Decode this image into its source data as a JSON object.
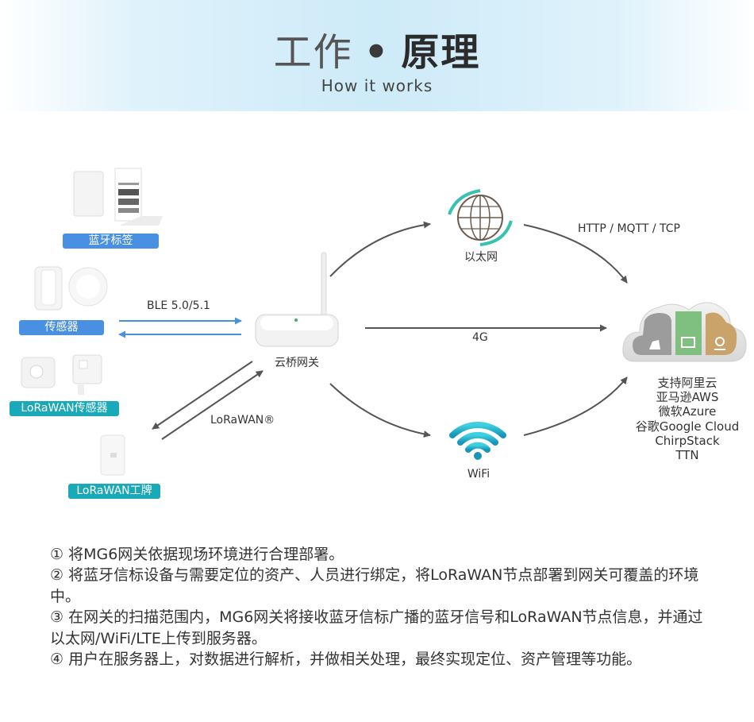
{
  "header": {
    "title_light": "工作",
    "title_dot": "•",
    "title_bold": "原理",
    "subtitle": "How it works"
  },
  "devices": {
    "ble_tag": "蓝牙标签",
    "sensor": "传感器",
    "lorawan_sensor": "LoRaWAN传感器",
    "lorawan_badge": "LoRaWAN工牌"
  },
  "links": {
    "ble": "BLE 5.0/5.1",
    "lorawan": "LoRaWAN®",
    "protocols": "HTTP / MQTT / TCP",
    "cellular": "4G"
  },
  "nodes": {
    "gateway": "云桥网关",
    "ethernet": "以太网",
    "wifi": "WiFi"
  },
  "cloud": {
    "lines": [
      "支持阿里云",
      "亚马逊AWS",
      "微软Azure",
      "谷歌Google Cloud",
      "ChirpStack",
      "TTN"
    ]
  },
  "steps": [
    "① 将MG6网关依据现场环境进行合理部署。",
    "② 将蓝牙信标设备与需要定位的资产、人员进行绑定，将LoRaWAN节点部署到网关可覆盖的环境中。",
    "③ 在网关的扫描范围内，MG6网关将接收蓝牙信标广播的蓝牙信号和LoRaWAN节点信息，并通过以太网/WiFi/LTE上传到服务器。",
    "④ 用户在服务器上，对数据进行解析，并做相关处理，最终实现定位、资产管理等功能。"
  ],
  "colors": {
    "pill_blue": "#4a90e2",
    "pill_teal": "#1aa9b8",
    "arrow_gray": "#555555",
    "arrow_blue": "#4a90e2",
    "cloud_green": "#7fbf7f",
    "cloud_tan": "#c9a36a"
  }
}
